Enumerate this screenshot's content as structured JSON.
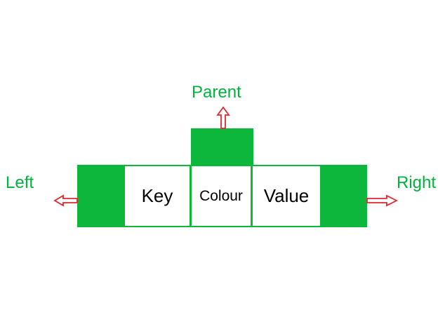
{
  "labels": {
    "parent": "Parent",
    "left": "Left",
    "right": "Right"
  },
  "node": {
    "key": "Key",
    "colour": "Colour",
    "value": "Value"
  },
  "colors": {
    "node_fill": "#0db73c",
    "label_text": "#00b33c",
    "arrow": "#e0282e",
    "cell_fill": "#ffffff"
  },
  "icons": {
    "parent_arrow": "arrow-up-icon",
    "left_arrow": "arrow-left-icon",
    "right_arrow": "arrow-right-icon"
  }
}
